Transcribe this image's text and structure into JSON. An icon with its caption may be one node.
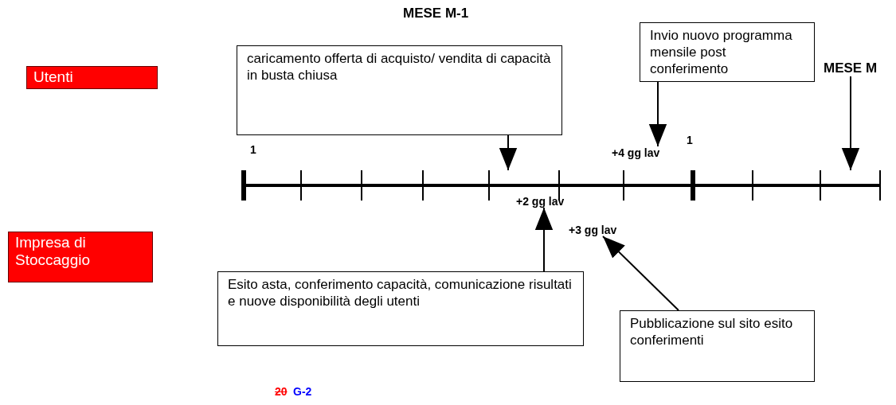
{
  "diagram": {
    "nodes": [
      {
        "text": [
          "Utenti"
        ]
      },
      {
        "text": [
          "Impresa di Stoccaggio"
        ]
      },
      {
        "text": [
          "caricamento offerta di acquisto/ vendita di capacità in busta chiusa"
        ]
      },
      {
        "text": [
          "Invio nuovo programma mensile post conferimento"
        ]
      },
      {
        "text": [
          "Esito asta, conferimento capacità, comunicazione risultati e nuove disponibilità degli utenti"
        ]
      },
      {
        "text": [
          "Pubblicazione sul sito esito conferimenti"
        ]
      },
      {
        "text": [
          "MESE M"
        ]
      },
      {
        "text": [
          "+2 gg lav"
        ]
      },
      {
        "text": [
          "+3 gg lav"
        ]
      },
      {
        "text": [
          "+4 gg lav"
        ]
      },
      {
        "text": [],
        "shape": "bar"
      }
    ],
    "edges": [
      {
        "from": 2,
        "to": 10,
        "arrow": "to"
      },
      {
        "from": 3,
        "to": 9,
        "arrow": "to"
      },
      {
        "from": 6,
        "to": 10,
        "arrow": "to"
      },
      {
        "from": 4,
        "to": 7,
        "arrow": "to"
      },
      {
        "from": 5,
        "to": 8,
        "arrow": "to"
      }
    ],
    "labels": [
      "MESE M-1",
      "1",
      "1",
      "20",
      "G-2"
    ]
  }
}
